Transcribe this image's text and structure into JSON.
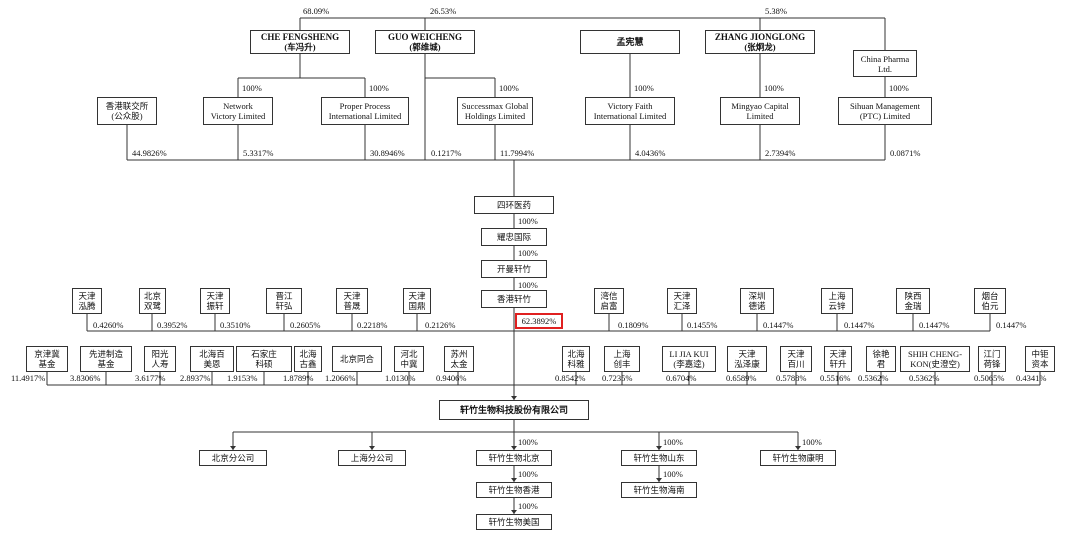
{
  "shareholders_top": {
    "che": {
      "name": "CHE FENGSHENG",
      "cn": "(车冯升)",
      "pct": "68.09%"
    },
    "guo": {
      "name": "GUO WEICHENG",
      "cn": "(郭维城)",
      "pct": "26.53%"
    },
    "meng": {
      "name": "孟宪慧"
    },
    "zhang": {
      "name": "ZHANG JIONGLONG",
      "cn": "(张炯龙)",
      "pct": "5.38%"
    },
    "china_pharma": {
      "name": "China Pharma",
      "name2": "Ltd."
    }
  },
  "level2": {
    "hkex": {
      "line1": "香港联交所",
      "line2": "(公众股)",
      "pct": "44.9826%"
    },
    "network": {
      "line1": "Network",
      "line2": "Victory Limited",
      "own": "100%",
      "pct": "5.3317%"
    },
    "proper": {
      "line1": "Proper Process",
      "line2": "International Limited",
      "own": "100%",
      "pct": "30.8946%"
    },
    "guo_direct": {
      "pct": "0.1217%"
    },
    "successmax": {
      "line1": "Successmax Global",
      "line2": "Holdings Limited",
      "own": "100%",
      "pct": "11.7994%"
    },
    "victory": {
      "line1": "Victory Faith",
      "line2": "International Limited",
      "own": "100%",
      "pct": "4.0436%"
    },
    "mingyao": {
      "line1": "Mingyao Capital",
      "line2": "Limited",
      "own": "100%",
      "pct": "2.7394%"
    },
    "sihuan_mgmt": {
      "line1": "Sihuan Management",
      "line2": "(PTC) Limited",
      "own": "100%",
      "pct": "0.0871%"
    }
  },
  "chain": {
    "sihuan": "四环医药",
    "yaozhong": "耀忠国际",
    "kaiman": "开曼轩竹",
    "hk": "香港轩竹",
    "own1": "100%",
    "own2": "100%",
    "own3": "100%"
  },
  "investors_row1": [
    {
      "l1": "天津",
      "l2": "泓腾",
      "pct": "0.4260%"
    },
    {
      "l1": "北京",
      "l2": "双鹭",
      "pct": "0.3952%"
    },
    {
      "l1": "天津",
      "l2": "振轩",
      "pct": "0.3510%"
    },
    {
      "l1": "晋江",
      "l2": "轩弘",
      "pct": "0.2605%"
    },
    {
      "l1": "天津",
      "l2": "普晟",
      "pct": "0.2218%"
    },
    {
      "l1": "天津",
      "l2": "国鼎",
      "pct": "0.2126%"
    },
    {
      "l1": "湾信",
      "l2": "启富",
      "pct": "0.1809%"
    },
    {
      "l1": "天津",
      "l2": "汇泽",
      "pct": "0.1455%"
    },
    {
      "l1": "深圳",
      "l2": "德诺",
      "pct": "0.1447%"
    },
    {
      "l1": "上海",
      "l2": "云锌",
      "pct": "0.1447%"
    },
    {
      "l1": "陕西",
      "l2": "金瑞",
      "pct": "0.1447%"
    },
    {
      "l1": "烟台",
      "l2": "伯元",
      "pct": "0.1447%"
    }
  ],
  "hk_pct": "62.3892%",
  "investors_row2": [
    {
      "l1": "京津冀",
      "l2": "基金",
      "pct": "11.4917%"
    },
    {
      "l1": "先进制造",
      "l2": "基金",
      "pct": "3.8306%"
    },
    {
      "l1": "阳光",
      "l2": "人寿",
      "pct": "3.6177%"
    },
    {
      "l1": "北海百",
      "l2": "美恩",
      "pct": "2.8937%"
    },
    {
      "l1": "石家庄",
      "l2": "科硕",
      "pct": "1.9153%"
    },
    {
      "l1": "北海",
      "l2": "古鑫",
      "pct": "1.8789%"
    },
    {
      "l1": "北京同合",
      "l2": "",
      "pct": "1.2066%"
    },
    {
      "l1": "河北",
      "l2": "中冀",
      "pct": "1.0130%"
    },
    {
      "l1": "苏州",
      "l2": "太金",
      "pct": "0.9406%"
    },
    {
      "l1": "北海",
      "l2": "科雅",
      "pct": "0.8542%"
    },
    {
      "l1": "上海",
      "l2": "创丰",
      "pct": "0.7235%"
    },
    {
      "l1": "LI JIA KUI",
      "l2": "(李嘉逵)",
      "pct": "0.6704%"
    },
    {
      "l1": "天津",
      "l2": "泓泽康",
      "pct": "0.6589%"
    },
    {
      "l1": "天津",
      "l2": "百川",
      "pct": "0.5788%"
    },
    {
      "l1": "天津",
      "l2": "轩升",
      "pct": "0.5516%"
    },
    {
      "l1": "徐艳",
      "l2": "君",
      "pct": "0.5362%"
    },
    {
      "l1": "SHIH CHENG-",
      "l2": "KON(史澄空)",
      "pct": "0.5362%"
    },
    {
      "l1": "江门",
      "l2": "荷锋",
      "pct": "0.5065%"
    },
    {
      "l1": "中钜",
      "l2": "资本",
      "pct": "0.4341%"
    }
  ],
  "company": "轩竹生物科技股份有限公司",
  "subs": {
    "bj_branch": "北京分公司",
    "sh_branch": "上海分公司",
    "xz_bj": {
      "name": "轩竹生物北京",
      "own": "100%"
    },
    "xz_hk": {
      "name": "轩竹生物香港",
      "own": "100%"
    },
    "xz_us": {
      "name": "轩竹生物美国",
      "own": "100%"
    },
    "xz_sd": {
      "name": "轩竹生物山东",
      "own": "100%"
    },
    "xz_hn": {
      "name": "轩竹生物海南",
      "own": "100%"
    },
    "xz_km": {
      "name": "轩竹生物康明",
      "own": "100%"
    }
  }
}
